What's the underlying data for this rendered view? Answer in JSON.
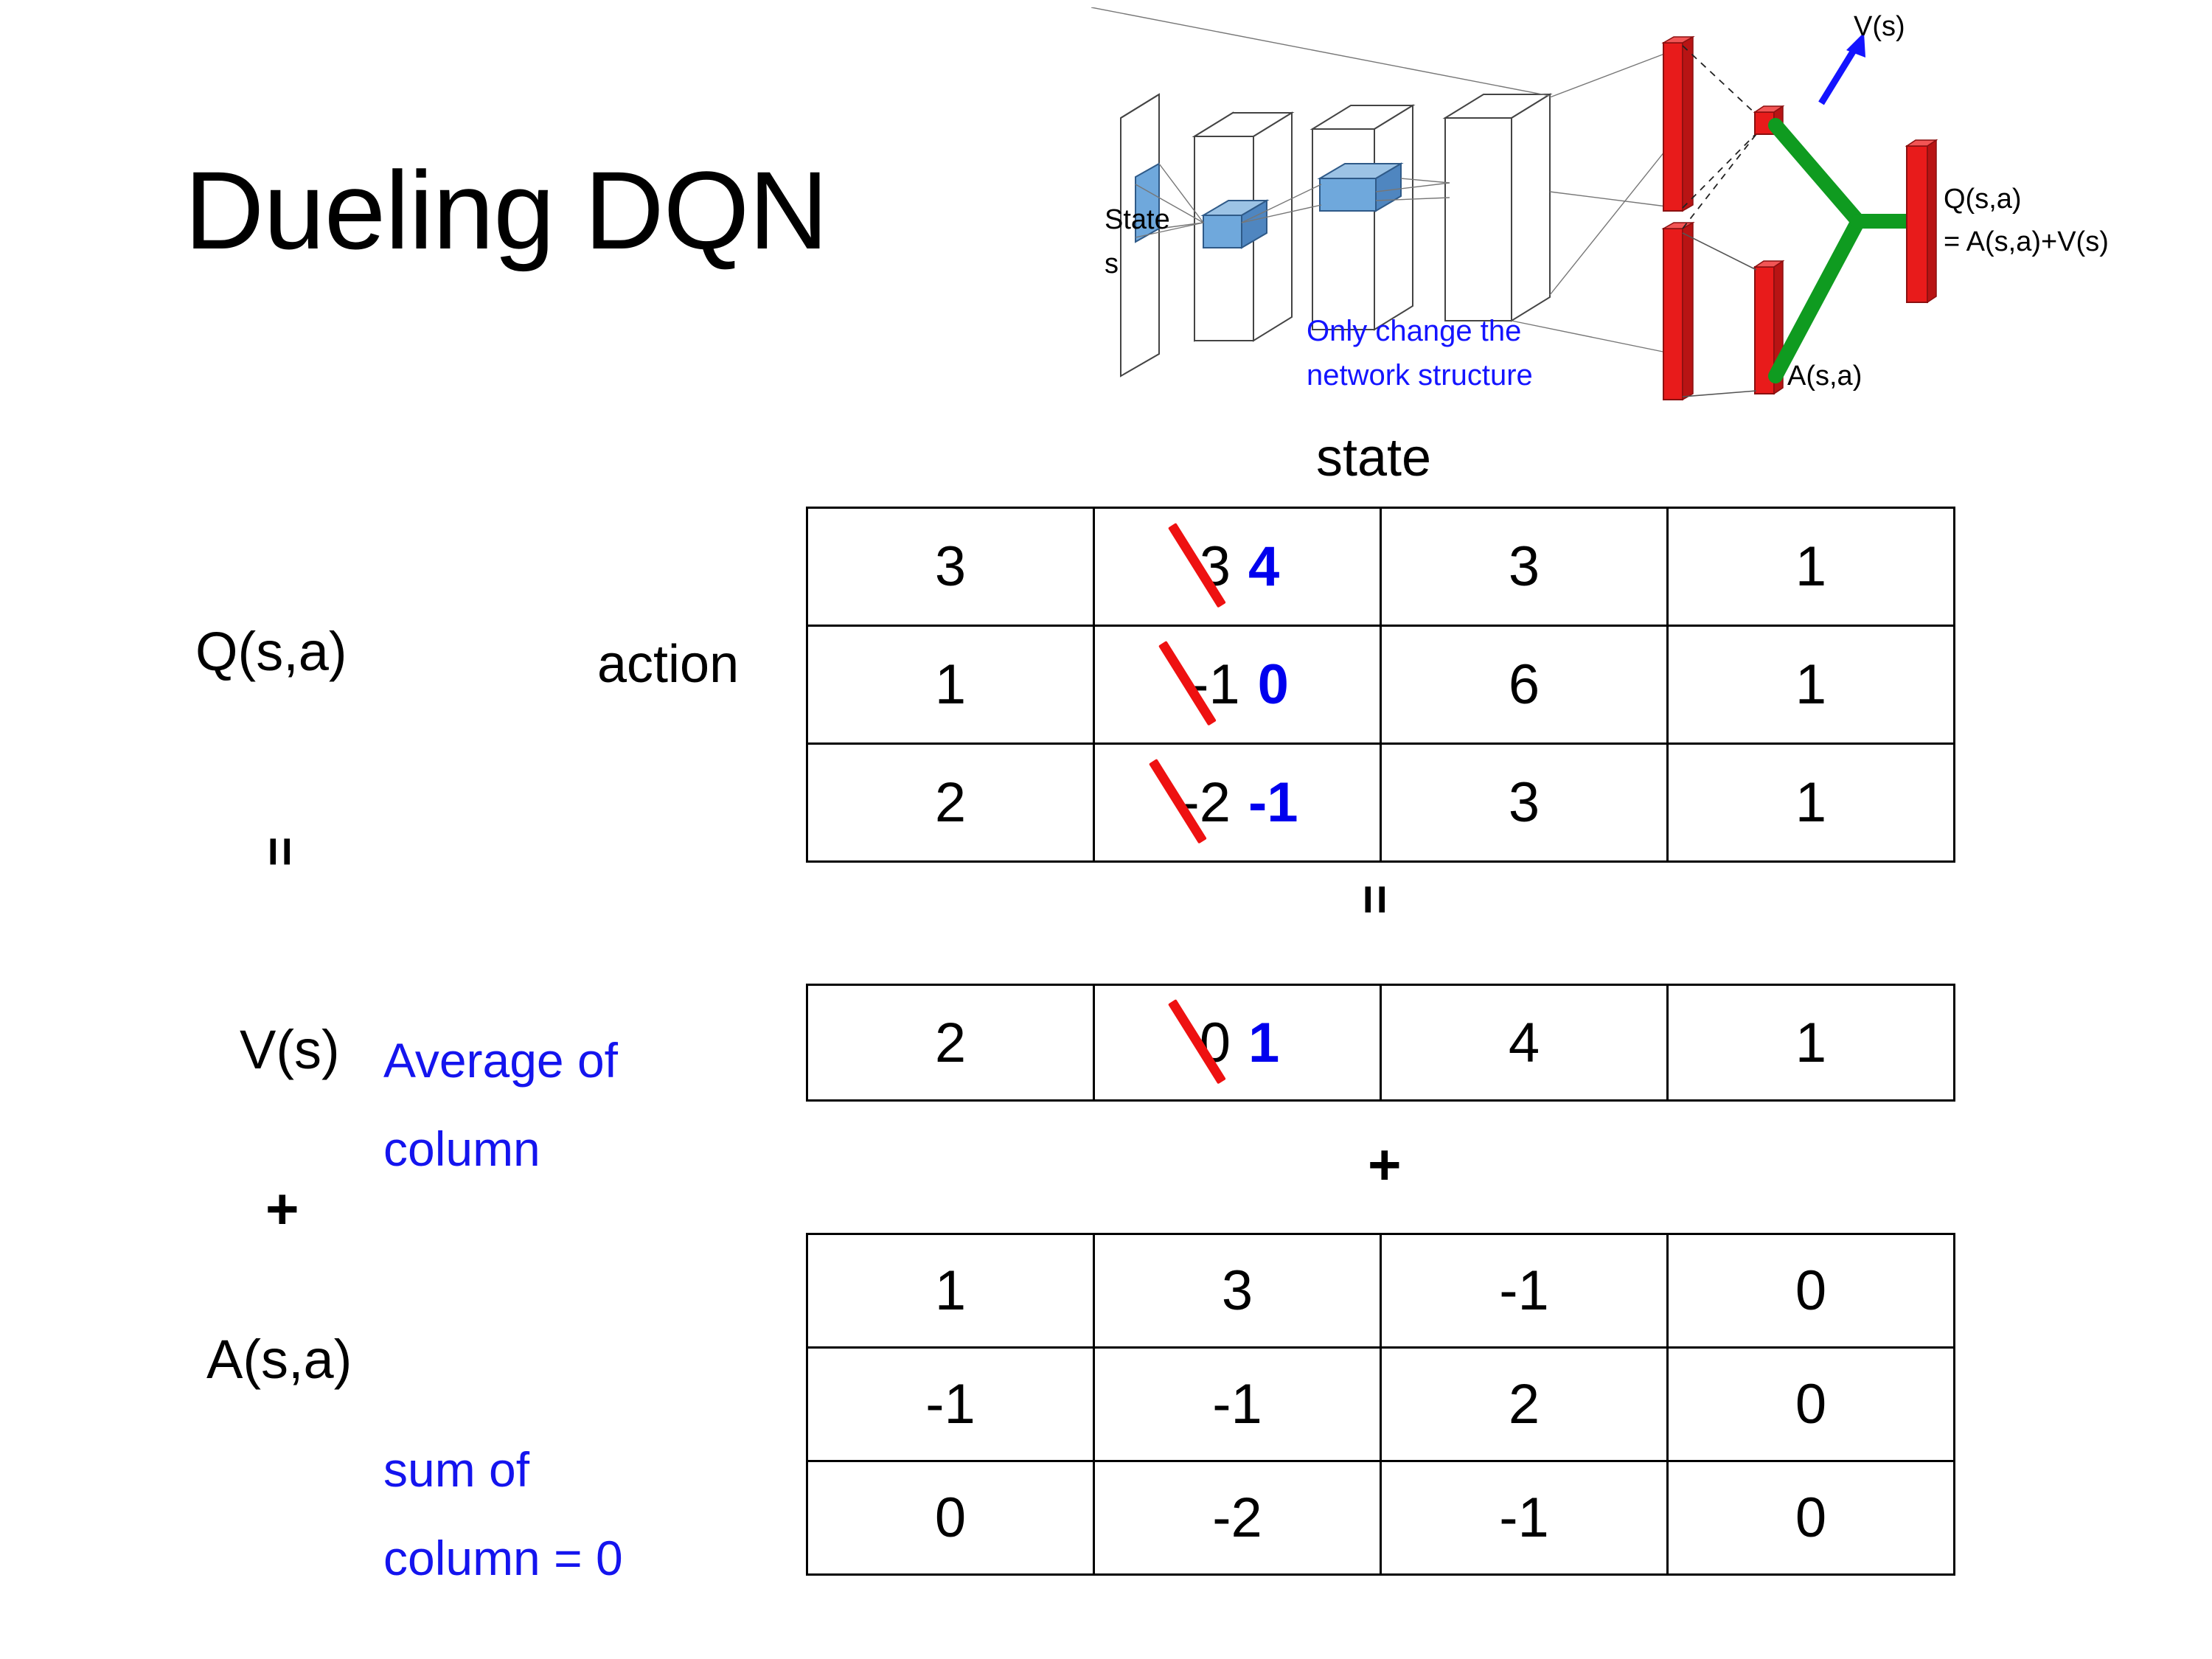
{
  "slide": {
    "title": "Dueling DQN"
  },
  "diagram": {
    "input_label_line1": "State",
    "input_label_line2": "s",
    "note_line1": "Only change the",
    "note_line2": "network structure",
    "value_head_label": "V(s)",
    "advantage_head_label": "A(s,a)",
    "output_label_line1": "Q(s,a)",
    "output_label_line2": "= A(s,a)+V(s)",
    "colors": {
      "note_blue": "#1414ff",
      "arrow_blue": "#1414ff",
      "bar_red": "#e81b1b",
      "merge_green": "#0f9b20",
      "layer_blue": "#6fa8dc"
    }
  },
  "axes": {
    "state_label": "state",
    "action_label": "action"
  },
  "operators": {
    "q_equals": "=",
    "tables_equals": "=",
    "v_plus": "+",
    "tables_plus": "+"
  },
  "sections": {
    "q": {
      "label": "Q(s,a)"
    },
    "v": {
      "label": "V(s)",
      "note_line1": "Average of",
      "note_line2": "column"
    },
    "a": {
      "label": "A(s,a)",
      "note_line1": "sum of",
      "note_line2": "column = 0"
    }
  },
  "colors": {
    "blue": "#0000ee",
    "red_strike": "#ee1111",
    "note_blue": "#1414ee",
    "grid_line": "#000000"
  },
  "chart_data": {
    "type": "table",
    "title": "Dueling DQN value decomposition Q(s,a) = V(s) + A(s,a)",
    "xlabel": "state",
    "ylabel": "action",
    "tables": [
      {
        "name": "Q(s,a)",
        "rows": 3,
        "cols": 4,
        "values": [
          [
            "3",
            "3",
            "3",
            "1"
          ],
          [
            "1",
            "-1",
            "6",
            "1"
          ],
          [
            "2",
            "-2",
            "3",
            "1"
          ]
        ],
        "revised_column": 1,
        "revised_values": [
          "4",
          "0",
          "-1"
        ],
        "revision_note": "column 2 values struck through in red and replaced with blue values"
      },
      {
        "name": "V(s)",
        "rows": 1,
        "cols": 4,
        "values": [
          [
            "2",
            "0",
            "4",
            "1"
          ]
        ],
        "revised_column": 1,
        "revised_values": [
          "1"
        ],
        "revision_note": "column 2 value struck through in red and replaced with blue value"
      },
      {
        "name": "A(s,a)",
        "rows": 3,
        "cols": 4,
        "values": [
          [
            "1",
            "3",
            "-1",
            "0"
          ],
          [
            "-1",
            "-1",
            "2",
            "0"
          ],
          [
            "0",
            "-2",
            "-1",
            "0"
          ]
        ],
        "revised_column": null,
        "revised_values": [],
        "revision_note": ""
      }
    ]
  }
}
